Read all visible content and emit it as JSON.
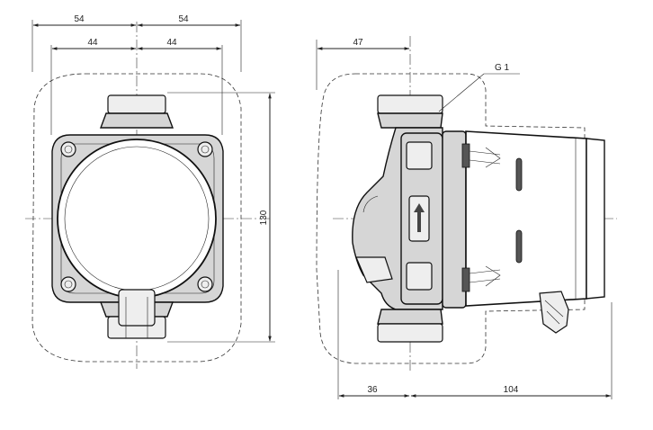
{
  "front_view": {
    "dim_top_left": "54",
    "dim_top_right": "54",
    "dim_inner_left": "44",
    "dim_inner_right": "44",
    "dim_height": "130"
  },
  "side_view": {
    "dim_top": "47",
    "thread_label": "G 1",
    "dim_bottom_left": "36",
    "dim_bottom_right": "104"
  },
  "colors": {
    "line": "#222222",
    "fill_body": "#d6d6d6",
    "fill_dark": "#555555"
  }
}
